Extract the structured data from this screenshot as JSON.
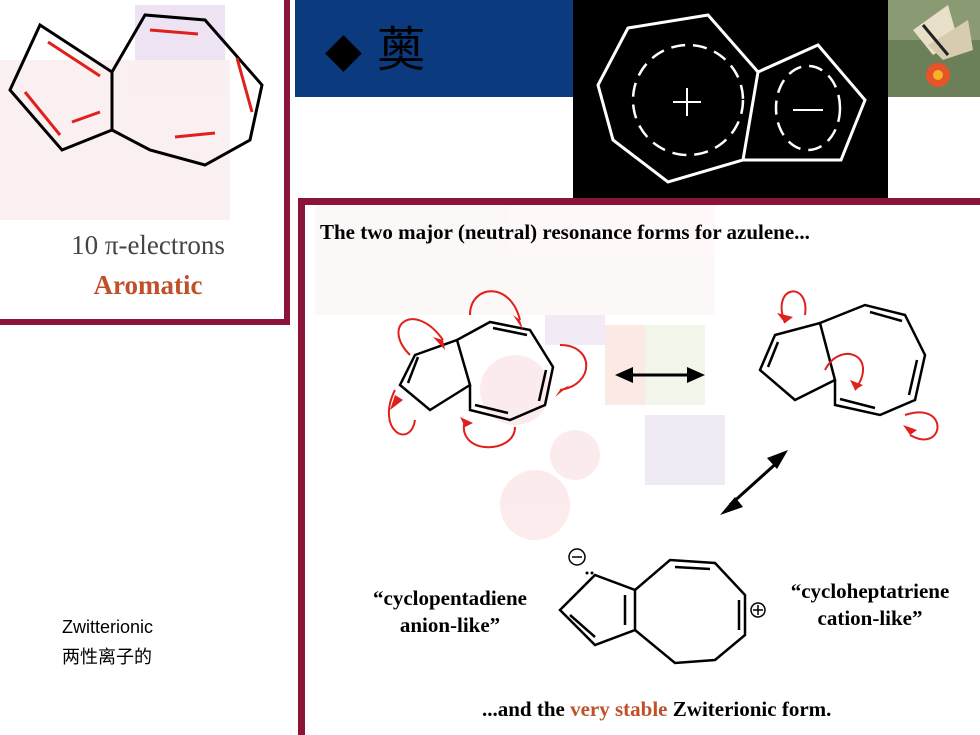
{
  "left_panel": {
    "pi_text": "10 π-electrons",
    "aromatic_text": "Aromatic"
  },
  "title": {
    "text": "◆ 薁"
  },
  "main": {
    "heading": "The two major (neutral) resonance forms for azulene...",
    "anion_label_line1": "“cyclopentadiene",
    "anion_label_line2": "anion-like”",
    "cation_label_line1": "“cycloheptatriene",
    "cation_label_line2": "cation-like”",
    "bottom_pre": "...and the ",
    "bottom_highlight": "very stable",
    "bottom_post": " Zwiterionic form."
  },
  "side_note": {
    "english": "Zwitterionic",
    "chinese": "两性离子的"
  },
  "colors": {
    "frame": "#8b1538",
    "title_bar": "#0b3a7e",
    "highlight": "#c0502a",
    "arrow_red": "#e0201c"
  }
}
